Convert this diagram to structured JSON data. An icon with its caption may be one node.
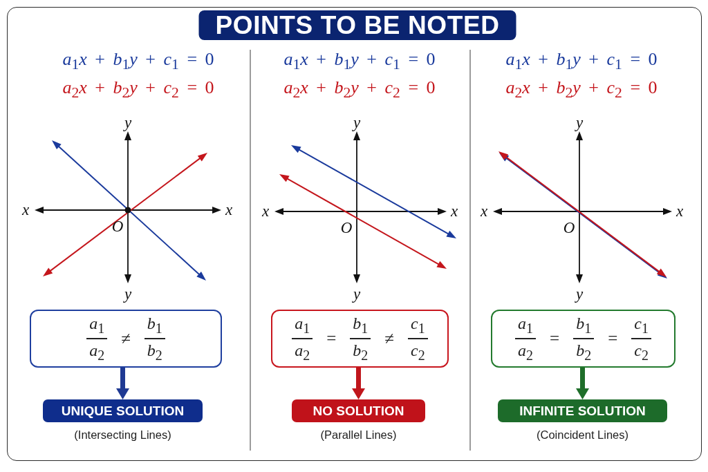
{
  "diagram": {
    "title": "POINTS TO BE NOTED",
    "nodes": [
      {
        "text": [
          "*a*$_{1}$",
          "*a*$_{2}$",
          "≠",
          "*b*$_{1}$",
          "*b*$_{2}$"
        ]
      },
      {
        "text": [
          "UNIQUE SOLUTION"
        ],
        "beside": [
          "(Intersecting Lines)"
        ]
      },
      {
        "text": [
          "*a*$_{1}$",
          "*a*$_{2}$",
          "=",
          "*b*$_{1}$",
          "*b*$_{2}$",
          "≠",
          "*c*$_{1}$",
          "*c*$_{2}$"
        ]
      },
      {
        "text": [
          "NO SOLUTION"
        ],
        "beside": [
          "(Parallel Lines)"
        ]
      },
      {
        "text": [
          "*a*$_{1}$",
          "*a*$_{2}$",
          "=",
          "*b*$_{1}$",
          "*b*$_{2}$",
          "=",
          "*c*$_{1}$",
          "*c*$_{2}$"
        ]
      },
      {
        "text": [
          "INFINITE SOLUTION"
        ],
        "beside": [
          "(Coincident Lines)"
        ]
      }
    ],
    "edges": [
      {
        "from": 0,
        "to": 1,
        "arrow": "to",
        "color": "#1f3a93"
      },
      {
        "from": 2,
        "to": 3,
        "arrow": "to",
        "color": "#c0161c"
      },
      {
        "from": 4,
        "to": 5,
        "arrow": "to",
        "color": "#1f6e2a"
      }
    ],
    "labels": [
      "*a*$_{1}$*x* + *b*$_{1}$*y* + *c*$_{1}$ = 0",
      "*a*$_{2}$*x* + *b*$_{2}$*y* + *c*$_{2}$ = 0",
      "y",
      "x",
      "x",
      "O",
      "y",
      "*a*$_{1}$*x* + *b*$_{1}$*y* + *c*$_{1}$ = 0",
      "*a*$_{2}$*x* + *b*$_{2}$*y* + *c*$_{2}$ = 0",
      "y",
      "x",
      "x",
      "O",
      "y",
      "*a*$_{1}$*x* + *b*$_{1}$*y* + *c*$_{1}$ = 0",
      "*a*$_{2}$*x* + *b*$_{2}$*y* + *c*$_{2}$ = 0",
      "y",
      "x",
      "x",
      "O",
      "y"
    ]
  }
}
